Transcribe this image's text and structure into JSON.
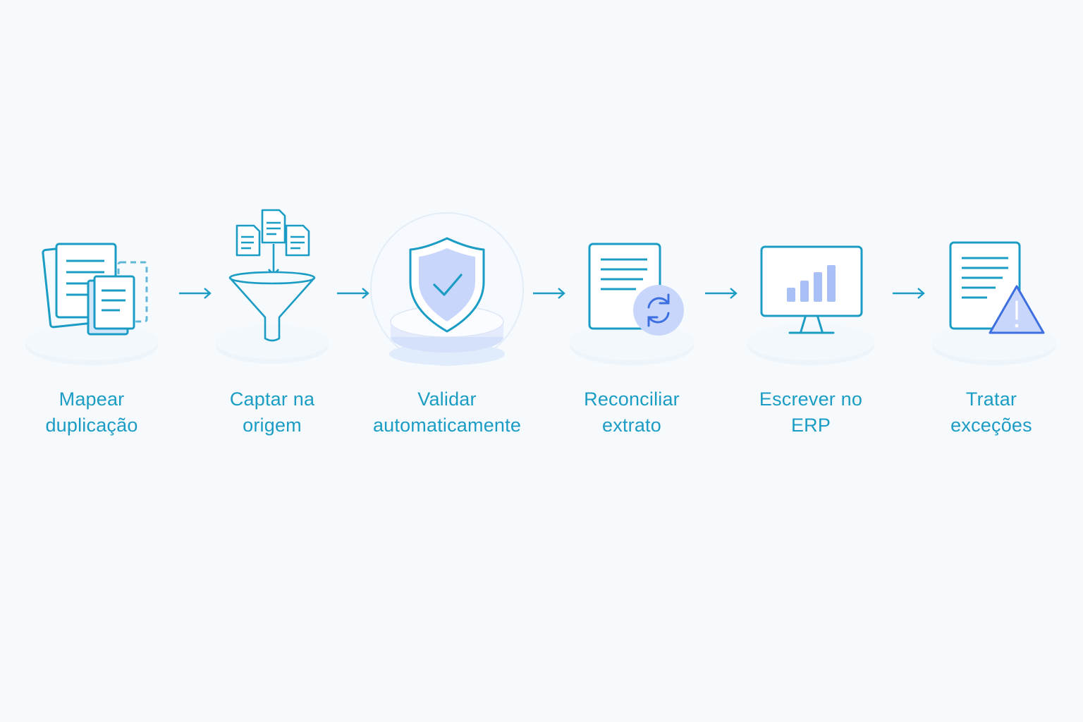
{
  "steps": [
    {
      "id": "mapear",
      "icon": "duplicate-documents-icon",
      "line1": "Mapear",
      "line2": "duplicação"
    },
    {
      "id": "captar",
      "icon": "funnel-documents-icon",
      "line1": "Captar na",
      "line2": "origem"
    },
    {
      "id": "validar",
      "icon": "shield-check-icon",
      "line1": "Validar",
      "line2": "automaticamente"
    },
    {
      "id": "reconciliar",
      "icon": "document-sync-icon",
      "line1": "Reconciliar",
      "line2": "extrato"
    },
    {
      "id": "escrever",
      "icon": "monitor-chart-icon",
      "line1": "Escrever no",
      "line2": "ERP"
    },
    {
      "id": "tratar",
      "icon": "document-warning-icon",
      "line1": "Tratar",
      "line2": "exceções"
    }
  ],
  "colors": {
    "background": "#f7fafc",
    "line": "#1b9cc4",
    "accent_fill": "#c8d6fb",
    "accent_blue": "#3d6fe0",
    "platform": "#eaf3fb"
  }
}
